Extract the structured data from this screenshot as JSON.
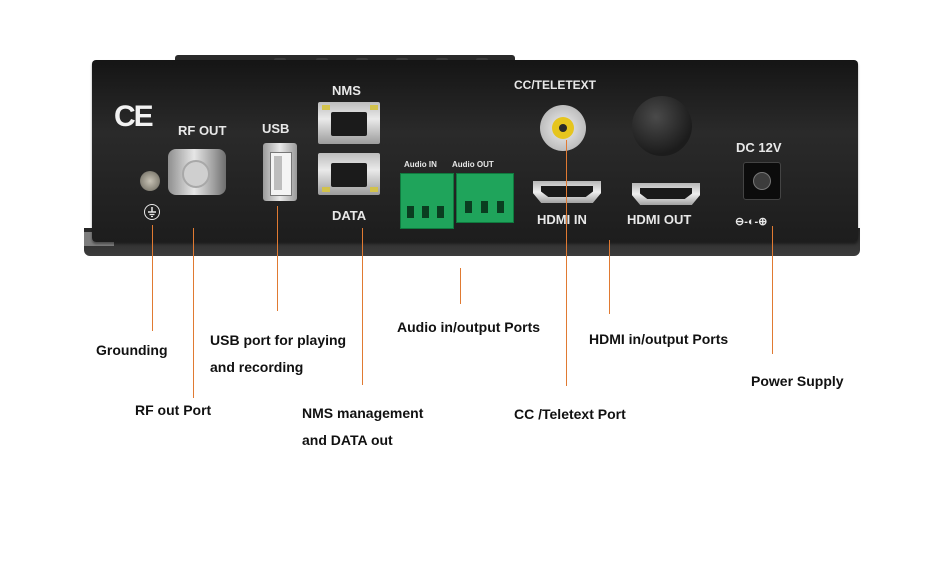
{
  "device": {
    "ce_mark": "CE",
    "rf_out": "RF OUT",
    "usb": "USB",
    "nms": "NMS",
    "data": "DATA",
    "audio_in": "Audio IN",
    "audio_out": "Audio OUT",
    "cc_teletext": "CC/TELETEXT",
    "hdmi_in": "HDMI IN",
    "hdmi_out": "HDMI OUT",
    "dc": "DC 12V",
    "polarity": "⊖-◐-⊕"
  },
  "callouts": {
    "grounding": "Grounding",
    "rf_out_port": "RF out Port",
    "usb_port_line1": "USB port for playing",
    "usb_port_line2": "and recording",
    "nms_line1": "NMS management",
    "nms_line2": "and DATA out",
    "audio_ports": "Audio in/output Ports",
    "cc_teletext_port": "CC /Teletext Port",
    "hdmi_ports": "HDMI in/output Ports",
    "power_supply": "Power Supply"
  },
  "colors": {
    "leader_line": "#e07a32",
    "terminal_green": "#1fa45b",
    "rca_yellow": "#e6c51e"
  }
}
